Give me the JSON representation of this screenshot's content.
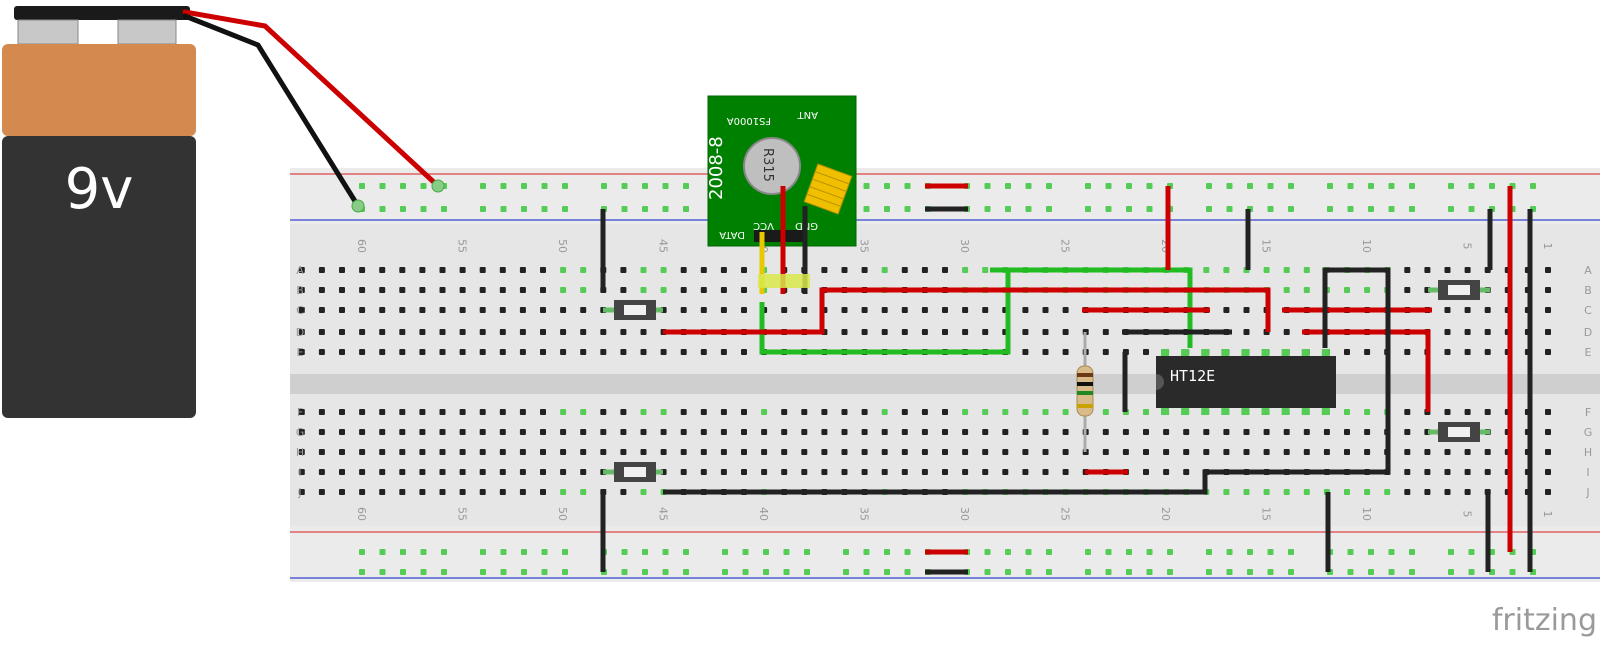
{
  "battery": {
    "label": "9v",
    "body_color": "#333333",
    "cap_color": "#d4894e"
  },
  "rf_module": {
    "model": "FS1000A",
    "code": "2008-8",
    "crystal": "R315",
    "ant": "ANT",
    "pins": [
      "DATA",
      "VCC",
      "GND"
    ],
    "color": "#008000"
  },
  "chip": {
    "label": "HT12E"
  },
  "breadboard": {
    "row_letters_top": [
      "A",
      "B",
      "C",
      "D",
      "E"
    ],
    "row_letters_bottom": [
      "F",
      "G",
      "H",
      "I",
      "J"
    ],
    "column_numbers": [
      "60",
      "55",
      "50",
      "45",
      "40",
      "35",
      "30",
      "25",
      "20",
      "15",
      "10",
      "5",
      "1"
    ]
  },
  "branding": {
    "watermark": "fritzing"
  },
  "colors": {
    "wire_red": "#cc0000",
    "wire_black": "#222222",
    "wire_green": "#22bb22",
    "wire_yellow": "#e8c800",
    "rail_red": "#dd4444",
    "rail_blue": "#3344cc"
  }
}
